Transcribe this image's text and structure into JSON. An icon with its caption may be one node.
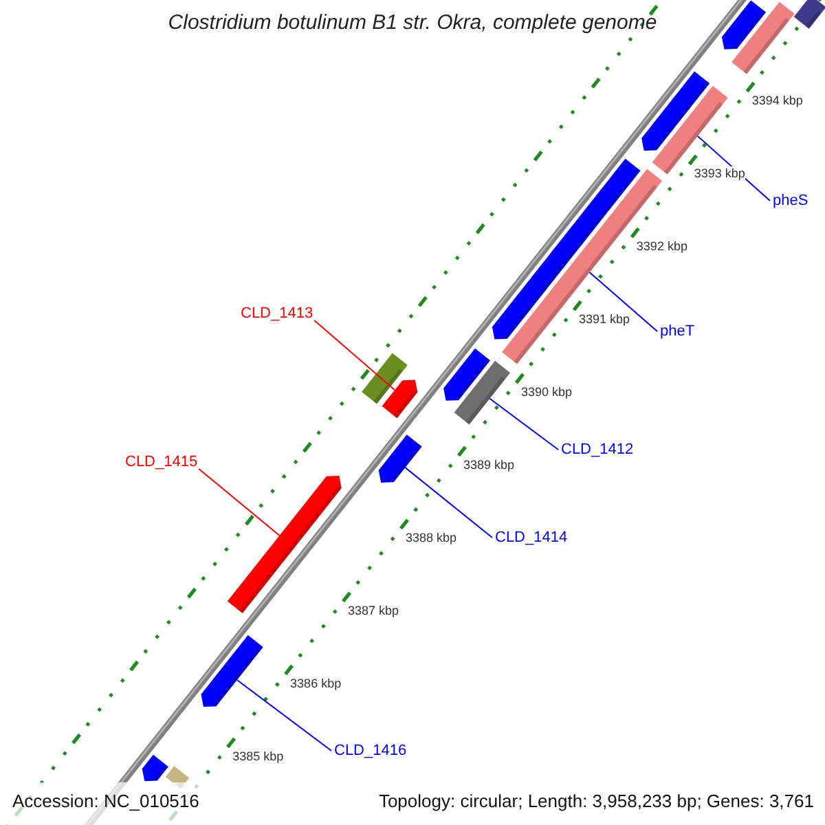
{
  "diagram": {
    "title": "Clostridium botulinum B1 str. Okra, complete genome",
    "nodes": [
      {
        "text": [
          "pheS"
        ]
      },
      {
        "text": [
          "CLD_1413"
        ]
      },
      {
        "text": [
          "pheT"
        ]
      },
      {
        "text": [
          "CLD_1412"
        ]
      },
      {
        "text": [
          "CLD_1415"
        ]
      },
      {
        "text": [
          "CLD_1414"
        ]
      },
      {
        "text": [
          "CLD_1416"
        ]
      },
      {
        "text": [],
        "shape": "box"
      },
      {
        "text": [],
        "shape": "arrow"
      },
      {
        "text": [],
        "shape": "box"
      },
      {
        "text": [],
        "shape": "box"
      },
      {
        "text": [],
        "shape": "arrow"
      },
      {
        "text": [],
        "shape": "arrow"
      },
      {
        "text": [],
        "shape": "arrow"
      },
      {
        "text": [],
        "shape": "box"
      },
      {
        "text": [],
        "shape": "arrow"
      },
      {
        "text": [],
        "shape": "arrow"
      },
      {
        "text": [],
        "shape": "arrow"
      },
      {
        "text": [],
        "shape": "arrow"
      },
      {
        "text": [],
        "shape": "box"
      },
      {
        "text": [],
        "shape": "box"
      },
      {
        "text": [],
        "shape": "arrow"
      },
      {
        "text": [],
        "shape": "box"
      }
    ],
    "edges": [
      {
        "from": 0,
        "to": 7,
        "arrow": "none"
      },
      {
        "from": 1,
        "to": 8,
        "arrow": "none",
        "color": "#ff0000"
      },
      {
        "from": 2,
        "to": 9,
        "arrow": "none"
      },
      {
        "from": 3,
        "to": 10,
        "arrow": "none"
      },
      {
        "from": 4,
        "to": 11,
        "arrow": "none",
        "color": "#ff0000"
      },
      {
        "from": 5,
        "to": 12,
        "arrow": "none"
      },
      {
        "from": 6,
        "to": 13,
        "arrow": "none"
      }
    ],
    "labels": [
      "3394 kbp",
      "3393 kbp",
      "3392 kbp",
      "3391 kbp",
      "3390 kbp",
      "3389 kbp",
      "3388 kbp",
      "3387 kbp",
      "3386 kbp",
      "3385 kbp",
      "Accession: NC_010516",
      "Topology: circular; Length: 3,958,233 bp; Genes: 3,761"
    ]
  }
}
